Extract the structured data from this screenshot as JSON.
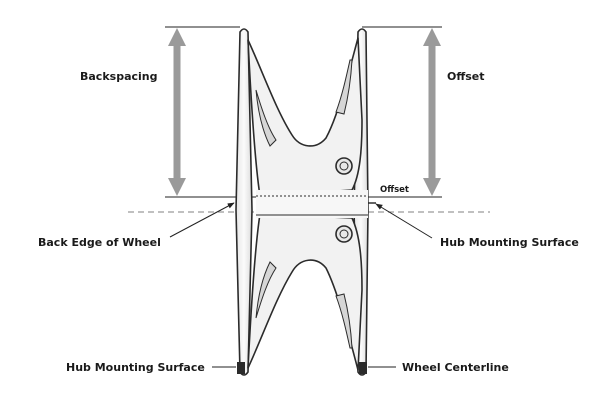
{
  "labels": {
    "backspacing": "Backspacing",
    "offset_top": "Offset",
    "offset_small": "Offset",
    "back_edge": "Back Edge of Wheel",
    "hub_mounting_right": "Hub Mounting Surface",
    "hub_mounting_bottom": "Hub Mounting Surface",
    "wheel_centerline": "Wheel Centerline"
  },
  "colors": {
    "measure_arrow": "#9a9a9a",
    "dimension_line": "#222222",
    "centerline": "#9a9a9a",
    "wheel_fill": "#f7f7f7",
    "wheel_outline": "#2b2b2b",
    "shadow": "#cfcfcf",
    "text": "#1a1a1a"
  }
}
